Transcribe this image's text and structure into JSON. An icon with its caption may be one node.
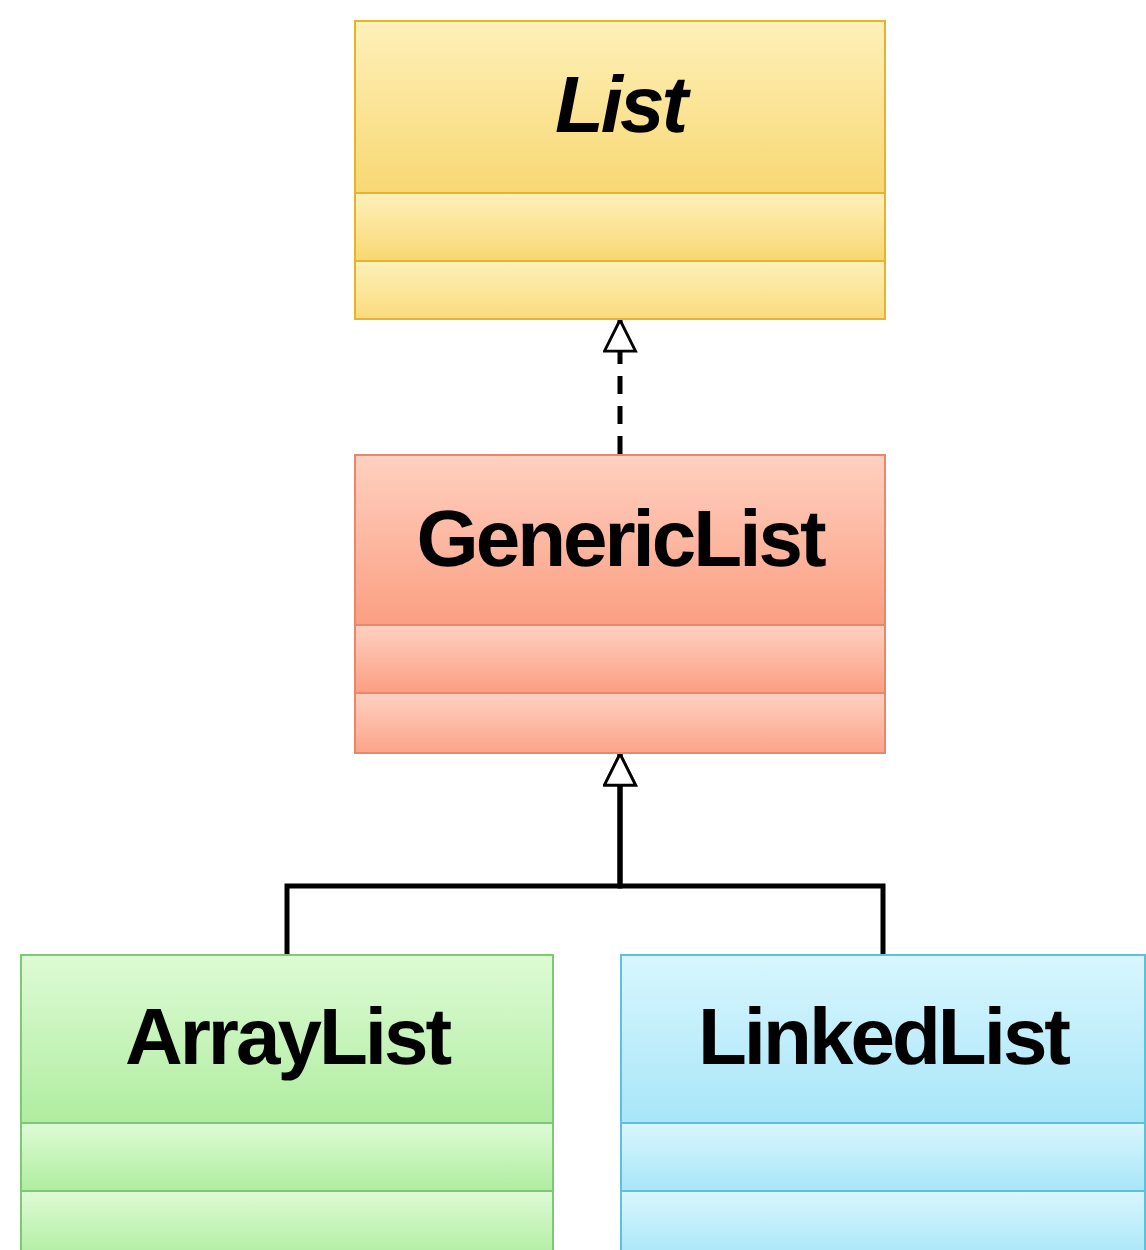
{
  "diagram": {
    "nodes": [
      {
        "text": [
          "List"
        ]
      },
      {
        "text": [
          "GenericList"
        ]
      },
      {
        "text": [
          "ArrayList"
        ]
      },
      {
        "text": [
          "LinkedList"
        ]
      }
    ],
    "edges": [
      {
        "from": 1,
        "to": 0,
        "arrow": "to",
        "style": "dashed"
      },
      {
        "from": 2,
        "to": 1,
        "arrow": "to"
      },
      {
        "from": 3,
        "to": 1,
        "arrow": "to"
      }
    ]
  }
}
